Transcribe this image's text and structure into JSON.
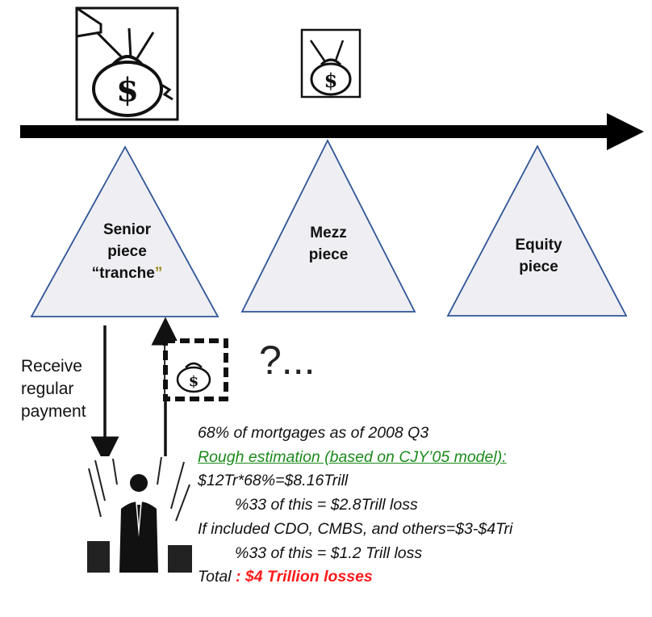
{
  "tranches": [
    {
      "line1": "Senior",
      "line2": "piece",
      "line3": "“tranche",
      "quote_mark": "”"
    },
    {
      "line1": "Mezz",
      "line2": "piece"
    },
    {
      "line1": "Equity",
      "line2": "piece"
    }
  ],
  "investor_label": {
    "line1": "Receive",
    "line2": "regular",
    "line3": "payment"
  },
  "question": "?...",
  "notes": {
    "line1": "68% of mortgages  as of 2008 Q3",
    "line2": "Rough estimation (based on CJY’05 model):",
    "line3": "$12Tr*68%=$8.16Trill",
    "line4": "%33 of this = $2.8Trill loss",
    "line5": "If included CDO, CMBS, and others=$3-$4Tri",
    "line6": "%33 of this = $1.2 Trill loss",
    "line7_prefix": "Total",
    "line7_value": ": $4 Trillion losses"
  },
  "colors": {
    "triangle_fill": "#eeeef3",
    "triangle_stroke": "#2f5597",
    "highlight_green": "#1b8a1b",
    "highlight_red": "#ff1a1a"
  }
}
